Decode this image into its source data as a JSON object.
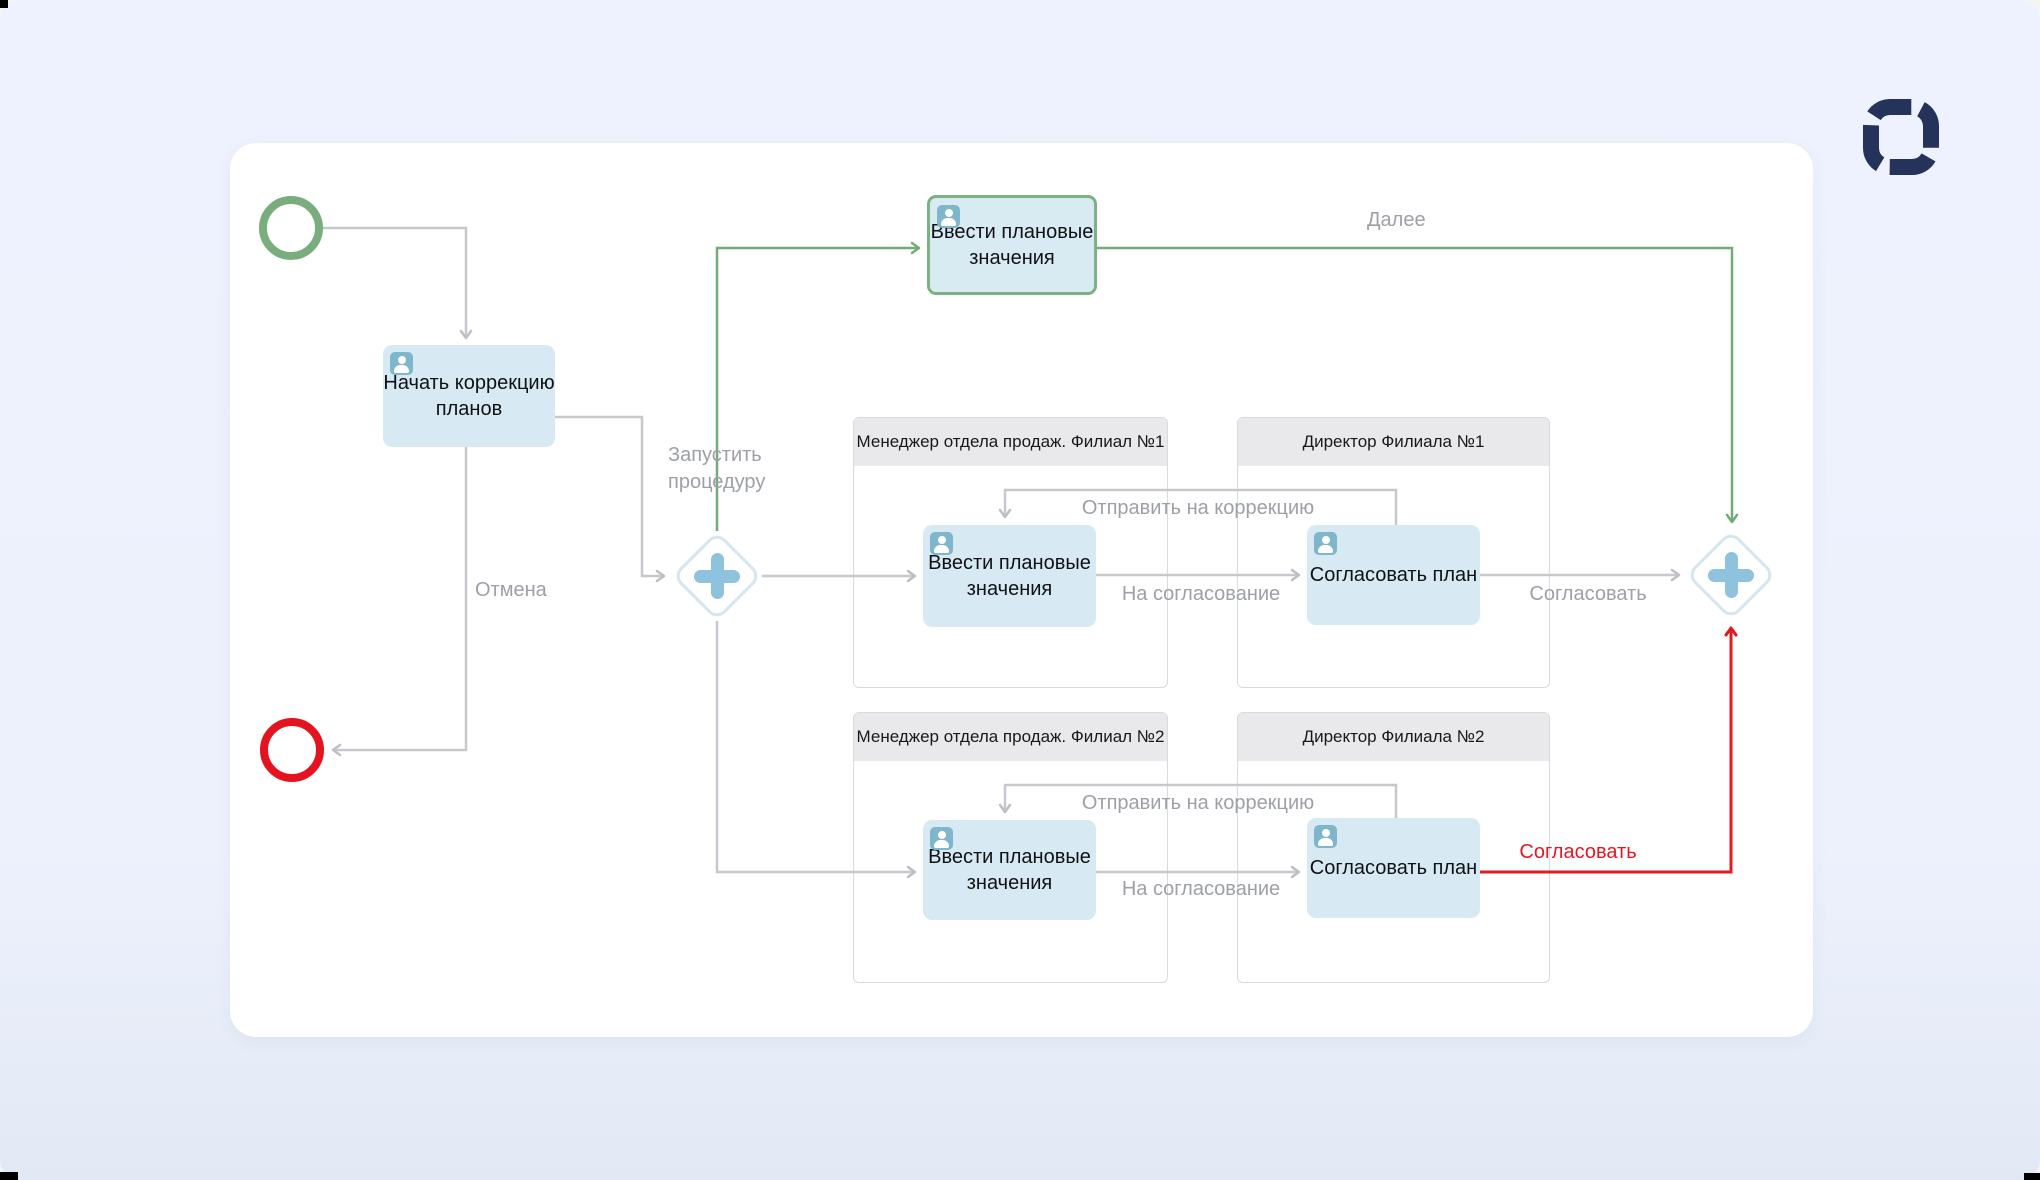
{
  "app": {
    "background_color": "#edf1fc",
    "card_color": "#ffffff",
    "logo_color": "#25335a"
  },
  "colors": {
    "task_fill": "#d7eaf3",
    "task_icon": "#7eb7cb",
    "lane_header_fill": "#e9e9ec",
    "lane_border": "#d9dadd",
    "flow_grey": "#c6c8cc",
    "flow_green": "#74ab79",
    "flow_red": "#e11a22",
    "start_event": "#79ad7d",
    "end_event": "#e41320",
    "gateway_plus": "#8fc2dc",
    "label_grey": "#9da0a6"
  },
  "diagram": {
    "nodes": {
      "start_event": "start",
      "end_event": "end",
      "start_correction": "Начать коррекцию планов",
      "enter_values_top": "Ввести плановые значения",
      "enter_values_b1": "Ввести плановые значения",
      "approve_plan_b1": "Согласовать план",
      "enter_values_b2": "Ввести плановые значения",
      "approve_plan_b2": "Согласовать план",
      "gateway_left": "parallel-gateway",
      "gateway_right": "parallel-gateway"
    },
    "lanes": {
      "manager_b1": "Менеджер отдела продаж. Филиал №1",
      "director_b1": "Директор Филиала №1",
      "manager_b2": "Менеджер отдела продаж. Филиал №2",
      "director_b2": "Директор Филиала №2"
    },
    "edge_labels": {
      "next": "Далее",
      "cancel": "Отмена",
      "start_procedure": "Запустить процедуру",
      "send_to_correction_b1": "Отправить на коррекцию",
      "to_approval_b1": "На согласование",
      "approve_b1": "Согласовать",
      "send_to_correction_b2": "Отправить на коррекцию",
      "to_approval_b2": "На согласование",
      "approve_b2": "Согласовать"
    }
  }
}
